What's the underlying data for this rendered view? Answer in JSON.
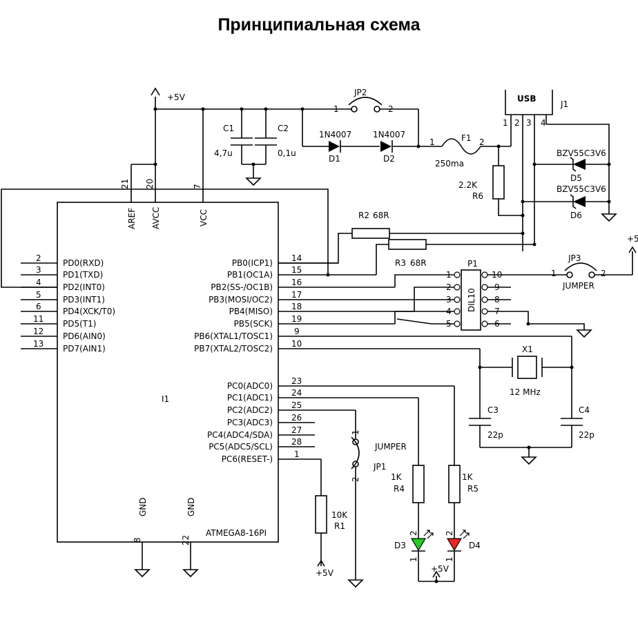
{
  "title": "Принципиальная схема",
  "mcu": {
    "ref": "I1",
    "part": "ATMEGA8-16PI",
    "top_pins": [
      {
        "num": "21",
        "name": "AREF"
      },
      {
        "num": "20",
        "name": "AVCC"
      },
      {
        "num": "7",
        "name": "VCC"
      }
    ],
    "bottom_pins": [
      {
        "num": "8",
        "name": "GND"
      },
      {
        "num": "22",
        "name": "GND"
      }
    ],
    "left_pins": [
      {
        "num": "2",
        "name": "PD0(RXD)"
      },
      {
        "num": "3",
        "name": "PD1(TXD)"
      },
      {
        "num": "4",
        "name": "PD2(INT0)"
      },
      {
        "num": "5",
        "name": "PD3(INT1)"
      },
      {
        "num": "6",
        "name": "PD4(XCK/T0)"
      },
      {
        "num": "11",
        "name": "PD5(T1)"
      },
      {
        "num": "12",
        "name": "PD6(AIN0)"
      },
      {
        "num": "13",
        "name": "PD7(AIN1)"
      }
    ],
    "right_pins_b": [
      {
        "num": "14",
        "name": "PB0(ICP1)"
      },
      {
        "num": "15",
        "name": "PB1(OC1A)"
      },
      {
        "num": "16",
        "name": "PB2(SS-/OC1B)"
      },
      {
        "num": "17",
        "name": "PB3(MOSI/OC2)"
      },
      {
        "num": "18",
        "name": "PB4(MISO)"
      },
      {
        "num": "19",
        "name": "PB5(SCK)"
      },
      {
        "num": "9",
        "name": "PB6(XTAL1/TOSC1)"
      },
      {
        "num": "10",
        "name": "PB7(XTAL2/TOSC2)"
      }
    ],
    "right_pins_c": [
      {
        "num": "23",
        "name": "PC0(ADC0)"
      },
      {
        "num": "24",
        "name": "PC1(ADC1)"
      },
      {
        "num": "25",
        "name": "PC2(ADC2)"
      },
      {
        "num": "26",
        "name": "PC3(ADC3)"
      },
      {
        "num": "27",
        "name": "PC4(ADC4/SDA)"
      },
      {
        "num": "28",
        "name": "PC5(ADC5/SCL)"
      },
      {
        "num": "1",
        "name": "PC6(RESET-)"
      }
    ]
  },
  "power": {
    "vcc_label": "+5V",
    "vcc_small": "+5V"
  },
  "capacitors": {
    "c1": {
      "ref": "C1",
      "value": "4,7u"
    },
    "c2": {
      "ref": "C2",
      "value": "0,1u"
    },
    "c3": {
      "ref": "C3",
      "value": "22p"
    },
    "c4": {
      "ref": "C4",
      "value": "22p"
    }
  },
  "jp2": {
    "ref": "JP2",
    "pin1": "1",
    "pin2": "2"
  },
  "diodes": {
    "d1": {
      "ref": "D1",
      "value": "1N4007"
    },
    "d2": {
      "ref": "D2",
      "value": "1N4007"
    }
  },
  "fuse": {
    "ref": "F1",
    "value": "250ma",
    "pin1": "1",
    "pin2": "2"
  },
  "usb": {
    "label": "USB",
    "ref": "J1",
    "pins": [
      "1",
      "2",
      "3",
      "4"
    ]
  },
  "zeners": {
    "d5": {
      "ref": "D5",
      "value": "BZV55C3V6"
    },
    "d6": {
      "ref": "D6",
      "value": "BZV55C3V6"
    }
  },
  "resistors": {
    "r6": {
      "ref": "R6",
      "value": "2.2K"
    },
    "r2": {
      "ref": "R2",
      "value": "68R"
    },
    "r3": {
      "ref": "R3",
      "value": "68R"
    },
    "r1": {
      "ref": "R1",
      "value": "10K"
    },
    "r4": {
      "ref": "R4",
      "value": "1K"
    },
    "r5": {
      "ref": "R5",
      "value": "1K"
    }
  },
  "p1": {
    "ref": "P1",
    "type": "DIL10",
    "left": [
      "1",
      "2",
      "3",
      "4",
      "5"
    ],
    "right": [
      "10",
      "9",
      "8",
      "7",
      "6"
    ]
  },
  "jp3": {
    "ref": "JP3",
    "type": "JUMPER",
    "pin1": "1",
    "pin2": "2"
  },
  "jp1": {
    "ref": "JP1",
    "type": "JUMPER",
    "pin1": "1",
    "pin2": "2"
  },
  "crystal": {
    "ref": "X1",
    "value": "12 MHz"
  },
  "leds": {
    "d3": {
      "ref": "D3",
      "color": "#22cc22",
      "pin_a": "2",
      "pin_k": "1"
    },
    "d4": {
      "ref": "D4",
      "color": "#ee2222",
      "pin_a": "2",
      "pin_k": "1"
    }
  }
}
